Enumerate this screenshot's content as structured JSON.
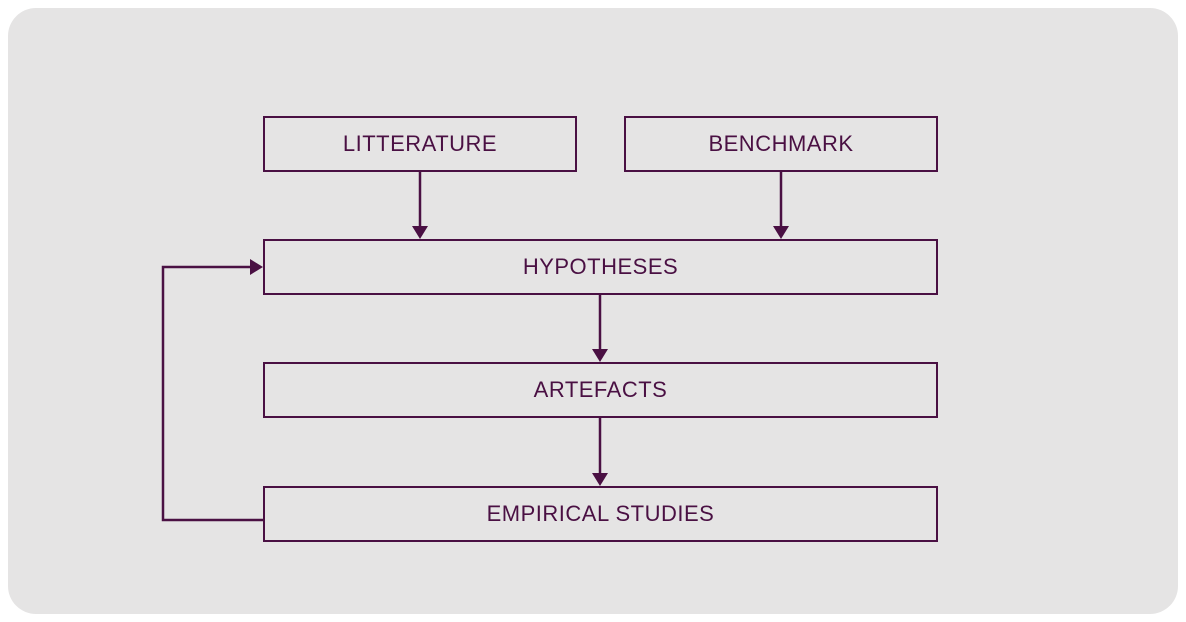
{
  "theme": {
    "page_bg": "#ffffff",
    "panel_bg": "#e5e4e4",
    "line_color": "#4a1043"
  },
  "diagram": {
    "nodes": [
      {
        "id": "litterature",
        "label": "LITTERATURE"
      },
      {
        "id": "benchmark",
        "label": "BENCHMARK"
      },
      {
        "id": "hypotheses",
        "label": "HYPOTHESES"
      },
      {
        "id": "artefacts",
        "label": "ARTEFACTS"
      },
      {
        "id": "empirical_studies",
        "label": "EMPIRICAL STUDIES"
      }
    ],
    "edges": [
      {
        "from": "litterature",
        "to": "hypotheses"
      },
      {
        "from": "benchmark",
        "to": "hypotheses"
      },
      {
        "from": "hypotheses",
        "to": "artefacts"
      },
      {
        "from": "artefacts",
        "to": "empirical_studies"
      },
      {
        "from": "empirical_studies",
        "to": "hypotheses",
        "type": "feedback-loop"
      }
    ]
  }
}
